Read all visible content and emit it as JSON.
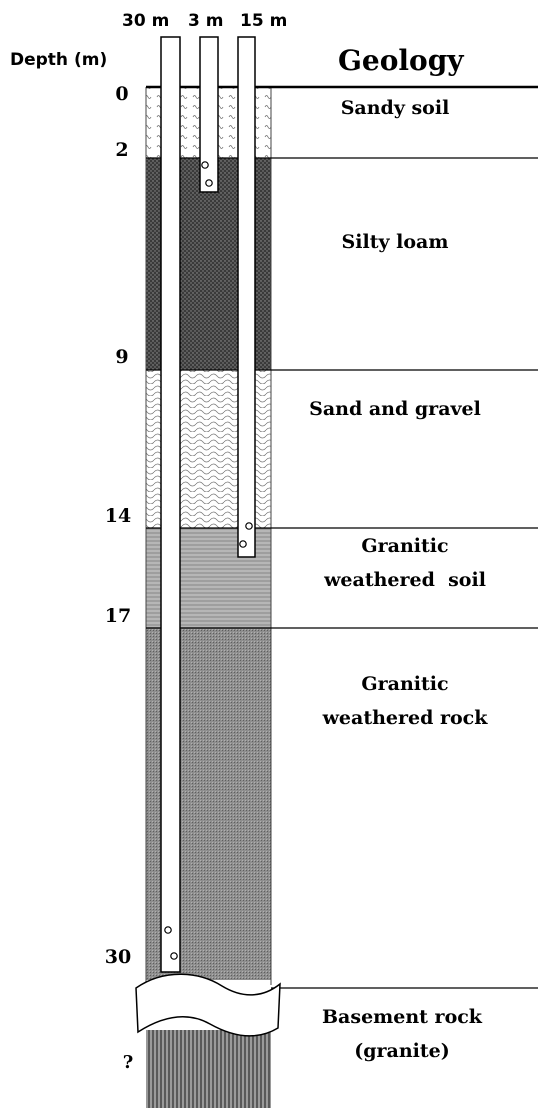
{
  "header": {
    "depth_label": "Depth (m)",
    "geology_label": "Geology",
    "well_30_label": "30 m",
    "well_3_label": "3 m",
    "well_15_label": "15 m"
  },
  "depths": [
    "0",
    "2",
    "9",
    "14",
    "17",
    "30",
    "?"
  ],
  "layers": [
    {
      "name": "Sandy soil",
      "top_m": 0,
      "bottom_m": 2
    },
    {
      "name": "Silty loam",
      "top_m": 2,
      "bottom_m": 9
    },
    {
      "name": "Sand and gravel",
      "top_m": 9,
      "bottom_m": 14
    },
    {
      "name_line1": "Granitic",
      "name_line2": "weathered  soil",
      "top_m": 14,
      "bottom_m": 17
    },
    {
      "name_line1": "Granitic",
      "name_line2": "weathered rock",
      "top_m": 17,
      "bottom_m": 30
    },
    {
      "name_line1": "Basement rock",
      "name_line2": "(granite)",
      "top_m": 30
    }
  ],
  "wells": [
    {
      "label": "30 m",
      "depth_m": 30
    },
    {
      "label": "3 m",
      "depth_m": 3
    },
    {
      "label": "15 m",
      "depth_m": 15
    }
  ]
}
